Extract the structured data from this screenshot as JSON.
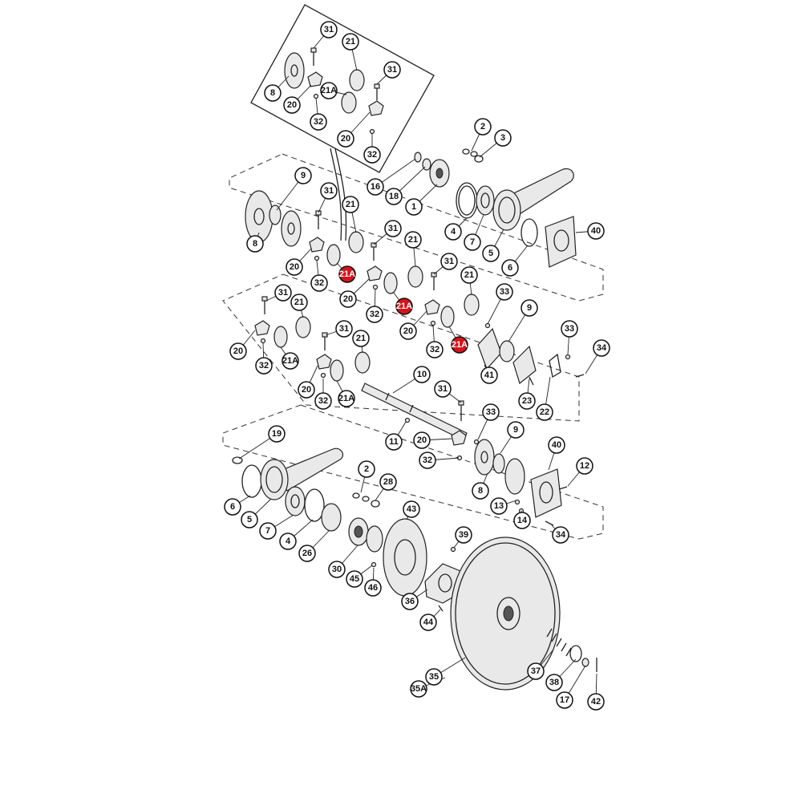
{
  "diagram": {
    "highlight_color": "#d8121a",
    "callout_labels": [
      "1",
      "2",
      "3",
      "4",
      "5",
      "6",
      "7",
      "8",
      "9",
      "10",
      "11",
      "12",
      "13",
      "14",
      "16",
      "17",
      "18",
      "19",
      "20",
      "21",
      "21A",
      "22",
      "23",
      "26",
      "28",
      "30",
      "31",
      "32",
      "33",
      "34",
      "35",
      "35A",
      "36",
      "37",
      "38",
      "39",
      "40",
      "41",
      "42",
      "43",
      "44",
      "45",
      "46"
    ],
    "highlighted_label": "21A"
  }
}
